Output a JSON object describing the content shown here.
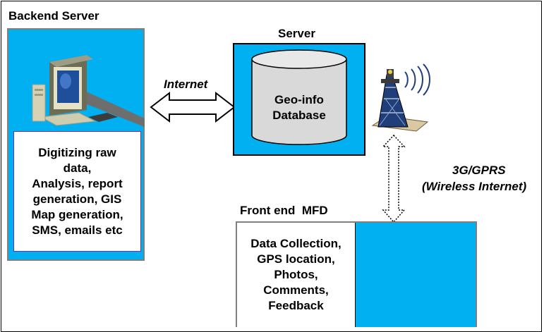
{
  "backend": {
    "title": "Backend Server",
    "tasks": "Digitizing raw\ndata,\nAnalysis, report\ngeneration, GIS\nMap generation,\nSMS, emails etc"
  },
  "server": {
    "title": "Server",
    "database_label": "Geo-info\nDatabase"
  },
  "links": {
    "internet": "Internet",
    "wireless_line1": "3G/GPRS",
    "wireless_line2": "(Wireless Internet)"
  },
  "frontend": {
    "title": "Front end  MFD",
    "tasks": "Data Collection,\nGPS location,\nPhotos,\nComments,\nFeedback"
  },
  "icons": [
    "desktop-computer-icon",
    "database-cylinder-icon",
    "radio-tower-icon",
    "smartphone-in-hand-icon"
  ],
  "colors": {
    "panel_blue": "#00b0f0",
    "backend_border": "#7f7f7f",
    "textbox_border": "#7030a0"
  }
}
